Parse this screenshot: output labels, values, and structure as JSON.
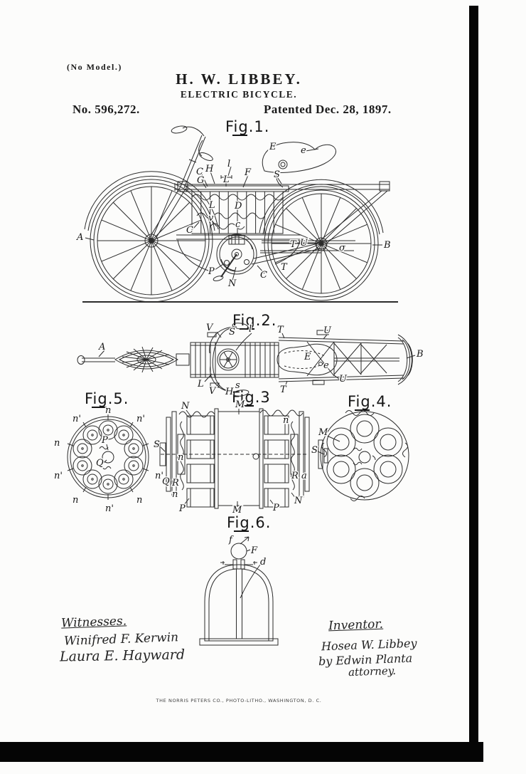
{
  "header": {
    "no_model": "(No Model.)",
    "inventor_name": "H. W. LIBBEY.",
    "invention_title": "ELECTRIC BICYCLE.",
    "patent_number": "No. 596,272.",
    "patent_date": "Patented Dec. 28, 1897."
  },
  "figures": {
    "fig1": {
      "caption": "Fig.1.",
      "parts": {
        "A": "A",
        "B": "B",
        "C": "C",
        "D": "D",
        "E": "E",
        "F": "F",
        "G": "G",
        "H": "H",
        "L": "L",
        "N": "N",
        "P": "P",
        "S": "S",
        "T": "T",
        "U": "U",
        "c": "c",
        "e": "e",
        "l": "l",
        "v": "v",
        "sigma": "σ"
      }
    },
    "fig2": {
      "caption": "Fig.2.",
      "parts": {
        "A": "A",
        "B": "B",
        "E": "E",
        "H": "H",
        "L": "L",
        "S": "S",
        "T": "T",
        "U": "U",
        "V": "V",
        "e": "e",
        "l": "l",
        "s": "s"
      }
    },
    "fig3": {
      "caption": "Fig.3",
      "parts": {
        "M": "M",
        "N": "N",
        "P": "P",
        "Q": "Q",
        "R": "R",
        "S": "S",
        "a": "a",
        "n": "n"
      }
    },
    "fig4": {
      "caption": "Fig.4.",
      "parts": {
        "M": "M",
        "S": "S"
      }
    },
    "fig5": {
      "caption": "Fig.5.",
      "parts": {
        "P": "P",
        "Q": "Q",
        "n": "n",
        "n_prime": "n'"
      }
    },
    "fig6": {
      "caption": "Fig.6.",
      "parts": {
        "F": "F",
        "d": "d",
        "f": "f"
      }
    }
  },
  "signatures": {
    "witnesses_heading": "Witnesses.",
    "witness_1": "Winifred F. Kerwin",
    "witness_2": "Laura E. Hayward",
    "inventor_heading": "Inventor.",
    "inventor_signature": "Hosea W. Libbey",
    "attorney_by_line": "by Edwin Planta",
    "attorney_title": "attorney."
  },
  "footer": {
    "printer_credit": "THE NORRIS PETERS CO., PHOTO-LITHO., WASHINGTON, D. C."
  }
}
